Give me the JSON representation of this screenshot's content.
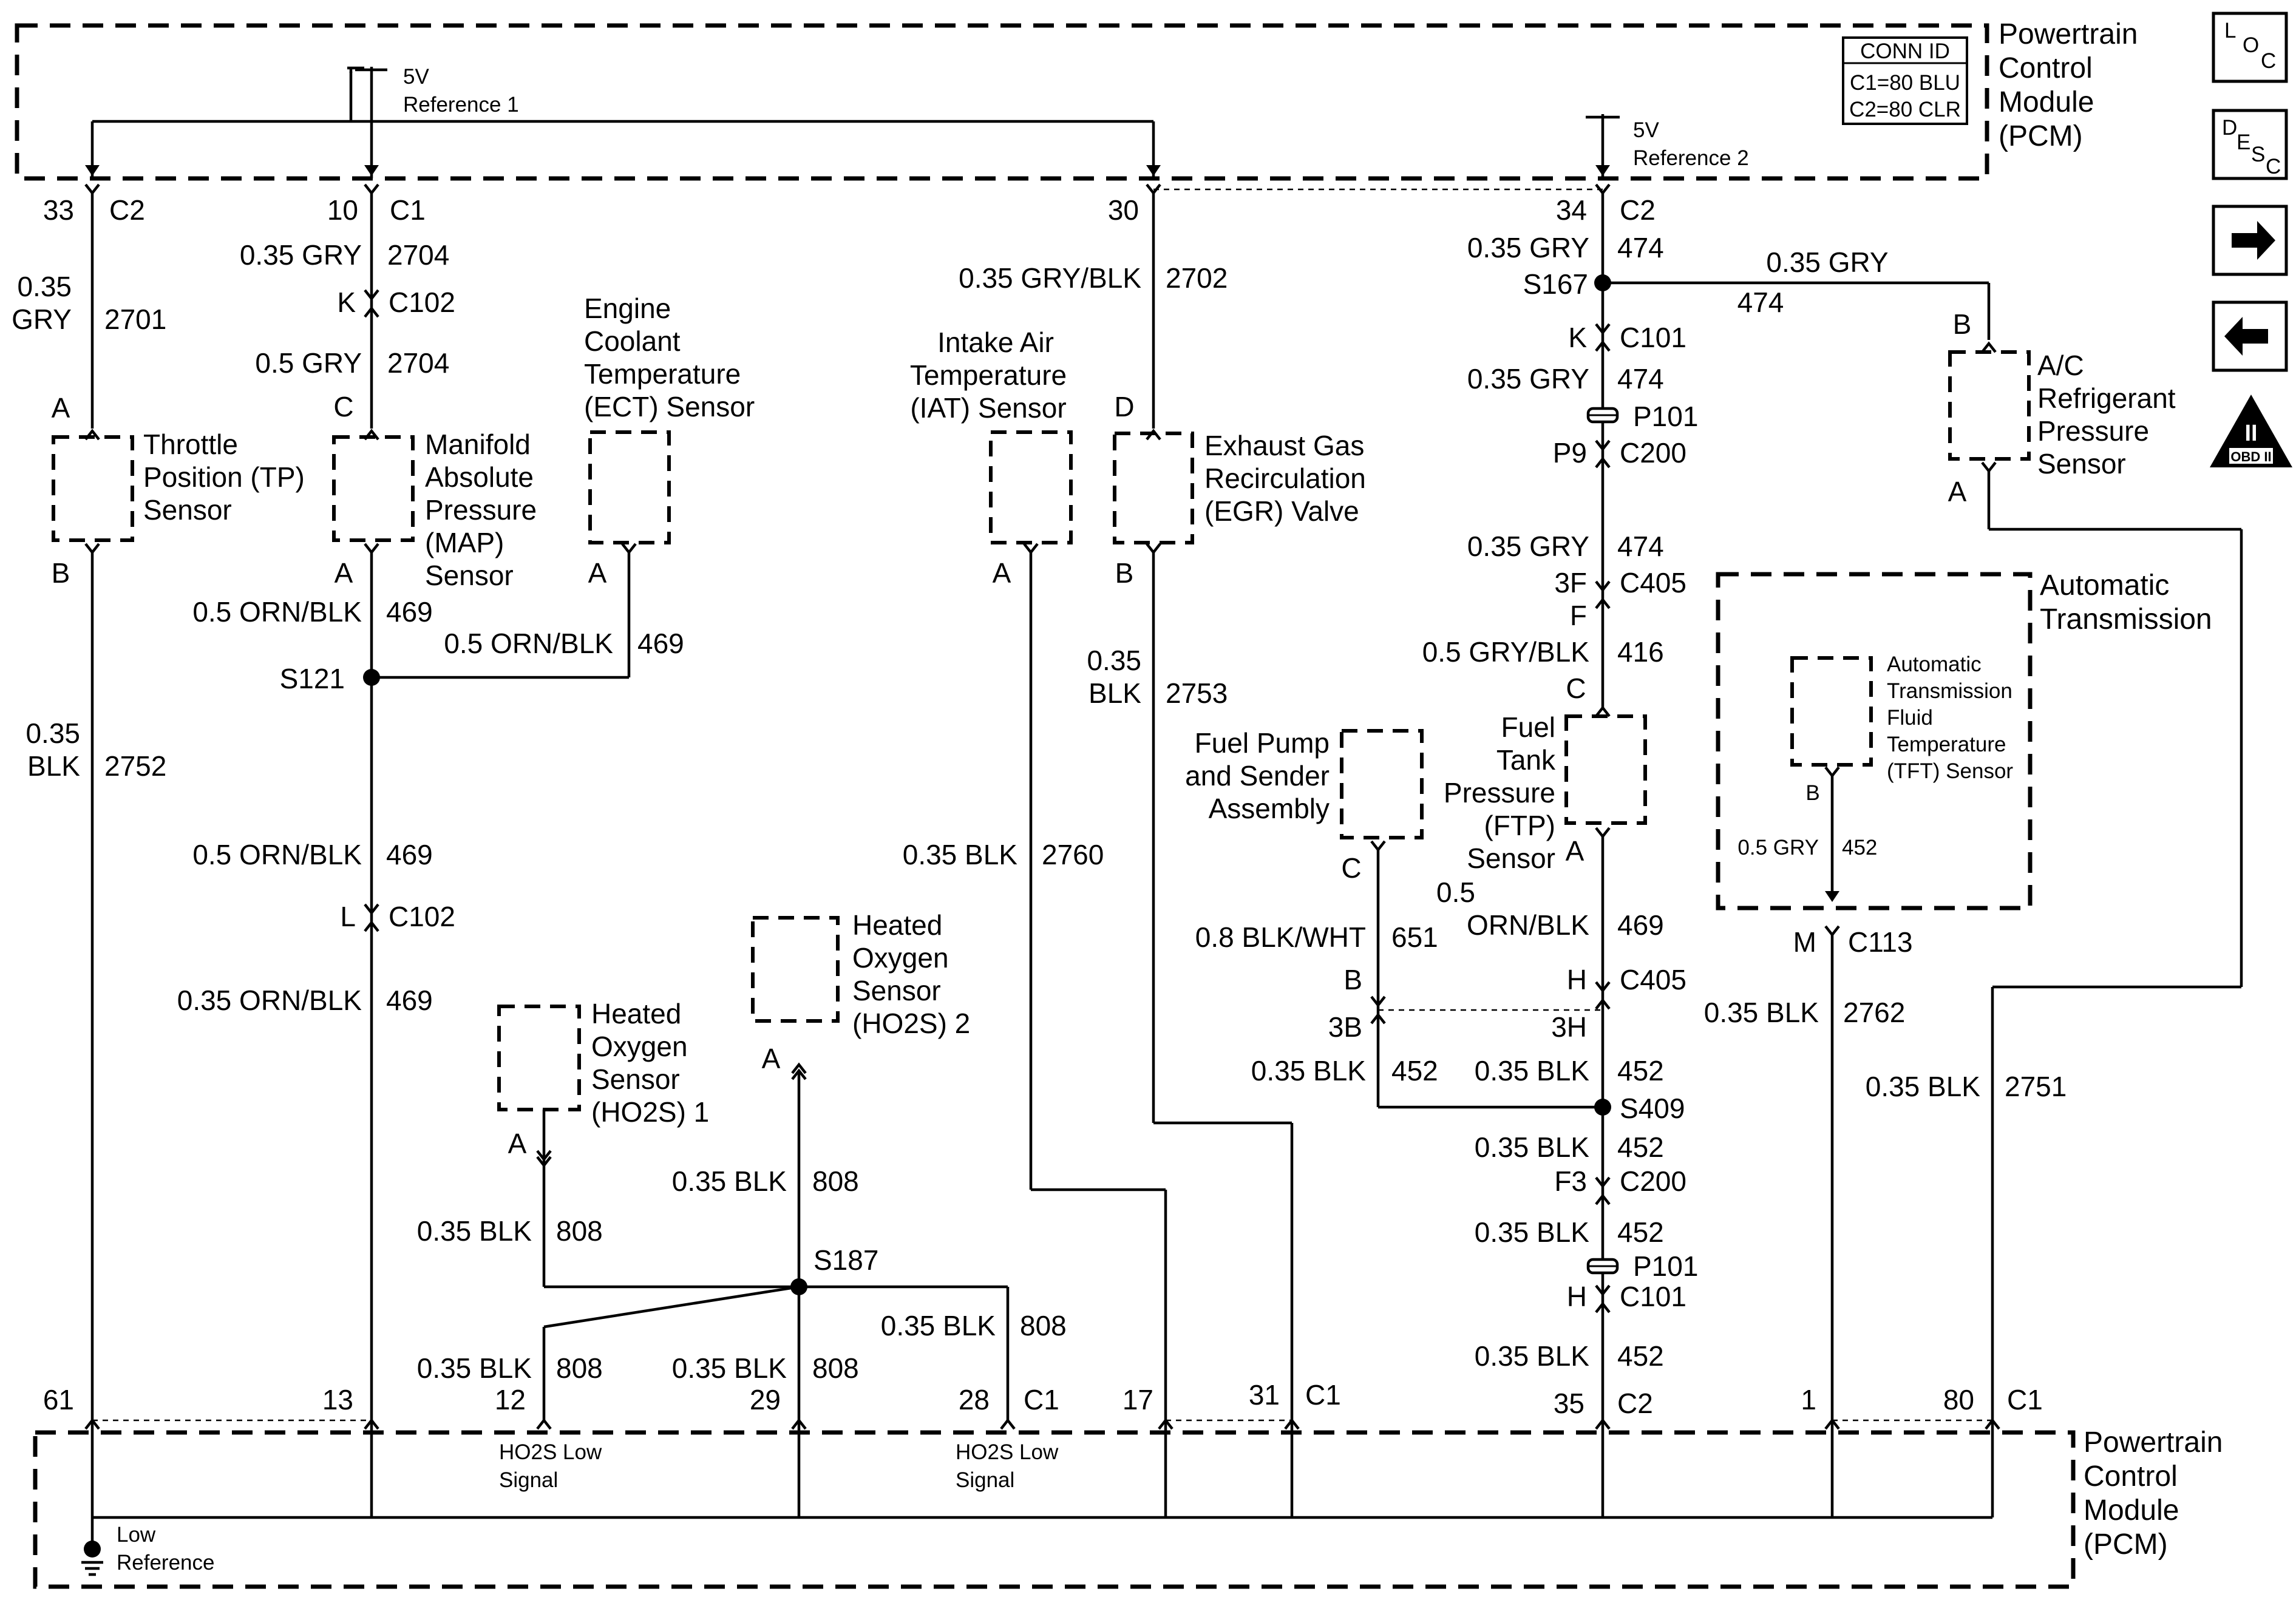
{
  "pcm_top": {
    "title_lines": [
      "Powertrain",
      "Control",
      "Module",
      "(PCM)"
    ]
  },
  "pcm_bottom": {
    "title_lines": [
      "Powertrain",
      "Control",
      "Module",
      "(PCM)"
    ]
  },
  "conn_id": {
    "header": "CONN ID",
    "line1": "C1=80 BLU",
    "line2": "C2=80 CLR"
  },
  "nav": {
    "loc_icon": "LOC",
    "desc_icon": "DESC",
    "next_icon": "arrow-right",
    "prev_icon": "arrow-left",
    "obd_label": "II",
    "obd_sub": "OBD II"
  },
  "ref1": {
    "voltage": "5V",
    "label": "Reference 1"
  },
  "ref2": {
    "voltage": "5V",
    "label": "Reference 2"
  },
  "pins_top": [
    {
      "pin": "33",
      "conn": "C2"
    },
    {
      "pin": "10",
      "conn": "C1"
    },
    {
      "pin": "30",
      "conn": ""
    },
    {
      "pin": "34",
      "conn": "C2"
    }
  ],
  "pins_bottom": [
    {
      "pin": "61",
      "conn": ""
    },
    {
      "pin": "13",
      "conn": ""
    },
    {
      "pin": "12",
      "conn": ""
    },
    {
      "pin": "29",
      "conn": ""
    },
    {
      "pin": "28",
      "conn": "C1"
    },
    {
      "pin": "17",
      "conn": ""
    },
    {
      "pin": "31",
      "conn": "C1"
    },
    {
      "pin": "35",
      "conn": "C2"
    },
    {
      "pin": "1",
      "conn": ""
    },
    {
      "pin": "80",
      "conn": "C1"
    }
  ],
  "pcm_bottom_labels": {
    "ho2s_low_1": [
      "HO2S Low",
      "Signal"
    ],
    "ho2s_low_2": [
      "HO2S Low",
      "Signal"
    ],
    "low_ref": [
      "Low",
      "Reference"
    ]
  },
  "wires": {
    "w2701": {
      "gauge": [
        "0.35",
        "GRY"
      ],
      "circuit": "2701"
    },
    "w2752": {
      "gauge": [
        "0.35",
        "BLK"
      ],
      "circuit": "2752"
    },
    "w2704a": {
      "gauge": "0.35 GRY",
      "circuit": "2704"
    },
    "w2704b": {
      "gauge": "0.5 GRY",
      "circuit": "2704"
    },
    "w469a": {
      "gauge": "0.5 ORN/BLK",
      "circuit": "469"
    },
    "w469ect": {
      "gauge": "0.5 ORN/BLK",
      "circuit": "469"
    },
    "w469b": {
      "gauge": "0.5 ORN/BLK",
      "circuit": "469"
    },
    "w469c": {
      "gauge": "0.35 ORN/BLK",
      "circuit": "469"
    },
    "w2702": {
      "gauge": "0.35 GRY/BLK",
      "circuit": "2702"
    },
    "w2760": {
      "gauge": "0.35 BLK",
      "circuit": "2760"
    },
    "w2753": {
      "gauge": [
        "0.35",
        "BLK"
      ],
      "circuit": "2753"
    },
    "w808a": {
      "gauge": "0.35 BLK",
      "circuit": "808"
    },
    "w808b": {
      "gauge": "0.35 BLK",
      "circuit": "808"
    },
    "w808c": {
      "gauge": "0.35 BLK",
      "circuit": "808"
    },
    "w808d": {
      "gauge": "0.35 BLK",
      "circuit": "808"
    },
    "w808e": {
      "gauge": "0.35 BLK",
      "circuit": "808"
    },
    "w474a": {
      "gauge": "0.35 GRY",
      "circuit": "474"
    },
    "w474b": {
      "gauge": "0.35 GRY",
      "circuit": "474"
    },
    "w474c": {
      "gauge": "0.35 GRY",
      "circuit": "474"
    },
    "w474d": {
      "gauge": "0.35 GRY",
      "circuit": "474"
    },
    "w416": {
      "gauge": "0.5 GRY/BLK",
      "circuit": "416"
    },
    "w469ftp": {
      "gauge": [
        "0.5",
        "ORN/BLK"
      ],
      "circuit": "469"
    },
    "w651": {
      "gauge": "0.8 BLK/WHT",
      "circuit": "651"
    },
    "w452a": {
      "gauge": "0.35 BLK",
      "circuit": "452"
    },
    "w452b": {
      "gauge": "0.35 BLK",
      "circuit": "452"
    },
    "w452c": {
      "gauge": "0.35 BLK",
      "circuit": "452"
    },
    "w452d": {
      "gauge": "0.35 BLK",
      "circuit": "452"
    },
    "w452e": {
      "gauge": "0.35 BLK",
      "circuit": "452"
    },
    "w452tft": {
      "gauge": "0.5 GRY",
      "circuit": "452"
    },
    "w2762": {
      "gauge": "0.35 BLK",
      "circuit": "2762"
    },
    "w2751": {
      "gauge": "0.35 BLK",
      "circuit": "2751"
    }
  },
  "splices": {
    "s121": "S121",
    "s187": "S187",
    "s167": "S167",
    "s409": "S409"
  },
  "connectors": {
    "c102_k": {
      "pin": "K",
      "name": "C102"
    },
    "c102_l": {
      "pin": "L",
      "name": "C102"
    },
    "c101_k": {
      "pin": "K",
      "name": "C101"
    },
    "p101_a": {
      "name": "P101"
    },
    "c200_p9": {
      "pin": "P9",
      "name": "C200"
    },
    "c405_3f": {
      "pin": "3F",
      "name": "C405"
    },
    "c405_h": {
      "pin": "H",
      "name": "C405"
    },
    "c405_b": {
      "pin": "B",
      "pin2": "3B",
      "pin3": "3H"
    },
    "c200_f3": {
      "pin": "F3",
      "name": "C200"
    },
    "p101_b": {
      "name": "P101"
    },
    "c101_h": {
      "pin": "H",
      "name": "C101"
    },
    "c113": {
      "pin": "M",
      "name": "C113"
    },
    "f_pin": "F"
  },
  "components": {
    "tp": {
      "lines": [
        "Throttle",
        "Position (TP)",
        "Sensor"
      ],
      "pin_top": "A",
      "pin_bottom": "B"
    },
    "map": {
      "lines": [
        "Manifold",
        "Absolute",
        "Pressure",
        "(MAP)",
        "Sensor"
      ],
      "pin_top": "C",
      "pin_bottom": "A"
    },
    "ect": {
      "lines": [
        "Engine",
        "Coolant",
        "Temperature",
        "(ECT) Sensor"
      ],
      "pin_bottom": "A"
    },
    "iat": {
      "lines": [
        "Intake Air",
        "Temperature",
        "(IAT) Sensor"
      ],
      "pin_bottom": "A"
    },
    "egr": {
      "lines": [
        "Exhaust Gas",
        "Recirculation",
        "(EGR) Valve"
      ],
      "pin_top": "D",
      "pin_bottom": "B"
    },
    "ho2s1": {
      "lines": [
        "Heated",
        "Oxygen",
        "Sensor",
        "(HO2S) 1"
      ],
      "pin": "A"
    },
    "ho2s2": {
      "lines": [
        "Heated",
        "Oxygen",
        "Sensor",
        "(HO2S) 2"
      ],
      "pin": "A"
    },
    "fuel_pump": {
      "lines": [
        "Fuel Pump",
        "and Sender",
        "Assembly"
      ],
      "pin": "C"
    },
    "ftp": {
      "lines": [
        "Fuel",
        "Tank",
        "Pressure",
        "(FTP)",
        "Sensor"
      ],
      "pin_top": "C",
      "pin_bottom": "A"
    },
    "ac": {
      "lines": [
        "A/C",
        "Refrigerant",
        "Pressure",
        "Sensor"
      ],
      "pin_top": "B",
      "pin_bottom": "A"
    },
    "trans": {
      "lines": [
        "Automatic",
        "Transmission"
      ]
    },
    "tft": {
      "lines": [
        "Automatic",
        "Transmission",
        "Fluid",
        "Temperature",
        "(TFT) Sensor"
      ],
      "pin": "B"
    }
  }
}
